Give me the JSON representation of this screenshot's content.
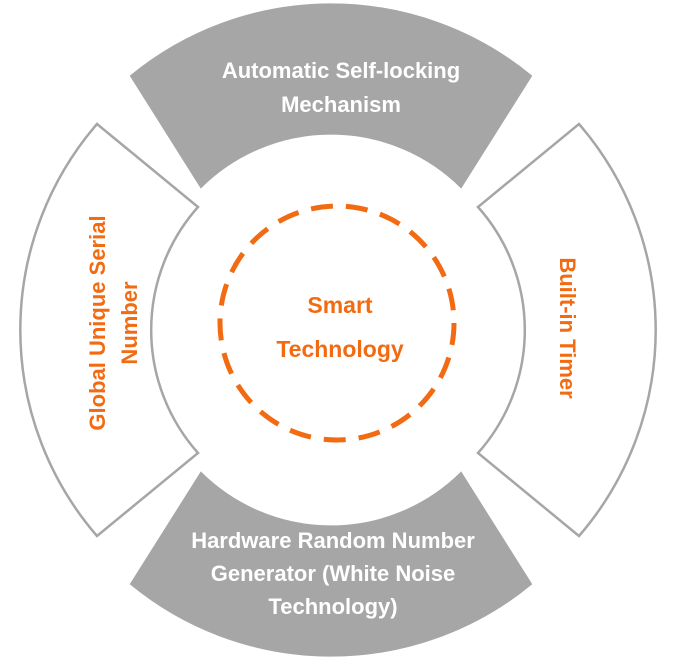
{
  "colors": {
    "accent": "#f26b12",
    "segment_fill": "#a6a6a6",
    "segment_outline": "#a6a6a6",
    "label_on_gray": "#ffffff"
  },
  "center": {
    "line1": "Smart",
    "line2": "Technology"
  },
  "segments": {
    "top": {
      "line1": "Automatic Self-locking",
      "line2": "Mechanism"
    },
    "right": {
      "line1": "Built-in Timer"
    },
    "bottom": {
      "line1": "Hardware Random Number",
      "line2": "Generator (White Noise",
      "line3": "Technology)"
    },
    "left": {
      "line1": "Global Unique Serial",
      "line2": "Number"
    }
  }
}
